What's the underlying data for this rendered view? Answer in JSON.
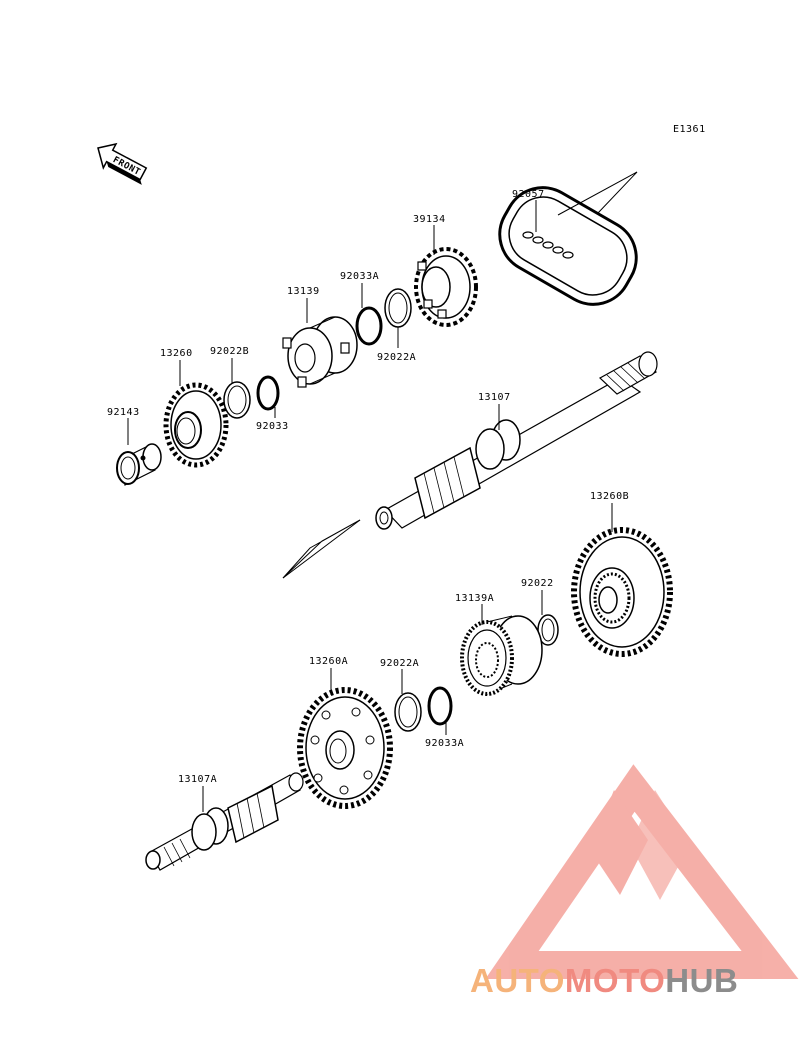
{
  "diagram": {
    "code": "E1361",
    "front_label": "FRONT",
    "parts": {
      "p92057": "92057",
      "p39134": "39134",
      "p92033A_top": "92033A",
      "p13139": "13139",
      "p92022A_top": "92022A",
      "p13260": "13260",
      "p92022B": "92022B",
      "p92033": "92033",
      "p92143": "92143",
      "p13107": "13107",
      "p13260B": "13260B",
      "p92022": "92022",
      "p13139A": "13139A",
      "p13260A": "13260A",
      "p92022A_bottom": "92022A",
      "p92033A_bottom": "92033A",
      "p13107A": "13107A"
    }
  },
  "watermark": {
    "part1": "AUTO",
    "part2": "MOTO",
    "part3": "HUB",
    "colors": {
      "auto": "#f5b37a",
      "moto": "#f08a80",
      "hub": "#8c8c8c",
      "logo": "#f4a29a"
    }
  }
}
